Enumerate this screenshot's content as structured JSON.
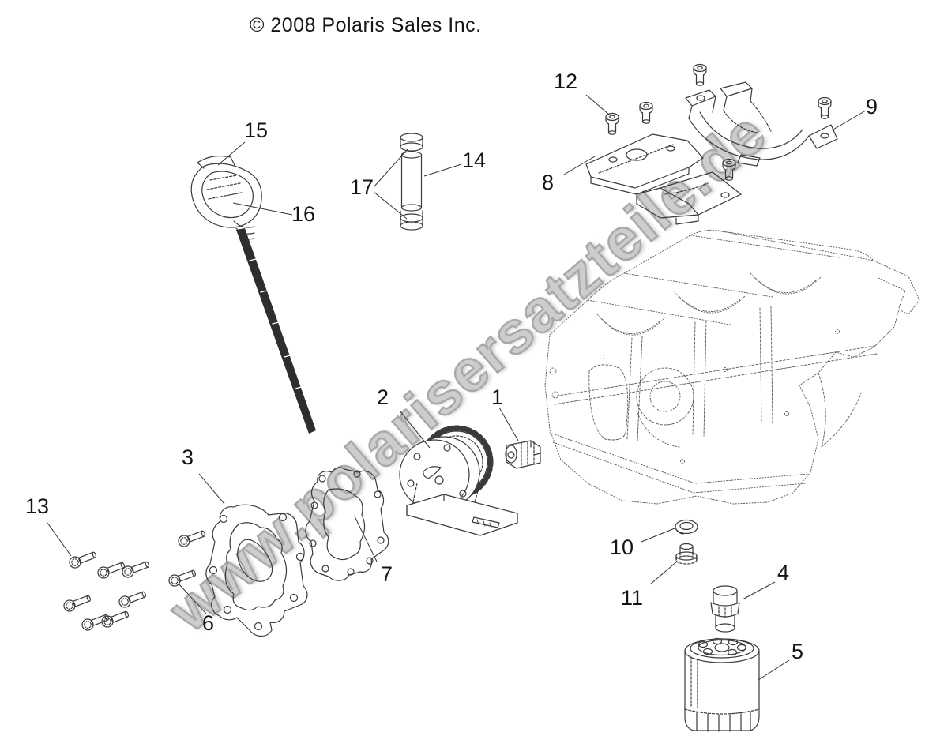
{
  "page": {
    "copyright": "© 2008 Polaris Sales Inc.",
    "background": "#ffffff"
  },
  "watermark": {
    "text": "www.polarisersatzteile.de",
    "color": "#cdcdcd"
  },
  "diagram": {
    "line_color": "#3a3a3a",
    "type": "exploded-parts-diagram",
    "callouts": [
      {
        "num": "1"
      },
      {
        "num": "2"
      },
      {
        "num": "3"
      },
      {
        "num": "4"
      },
      {
        "num": "5"
      },
      {
        "num": "6"
      },
      {
        "num": "7"
      },
      {
        "num": "8"
      },
      {
        "num": "9"
      },
      {
        "num": "10"
      },
      {
        "num": "11"
      },
      {
        "num": "12"
      },
      {
        "num": "13"
      },
      {
        "num": "14"
      },
      {
        "num": "15"
      },
      {
        "num": "16"
      },
      {
        "num": "17"
      }
    ]
  }
}
